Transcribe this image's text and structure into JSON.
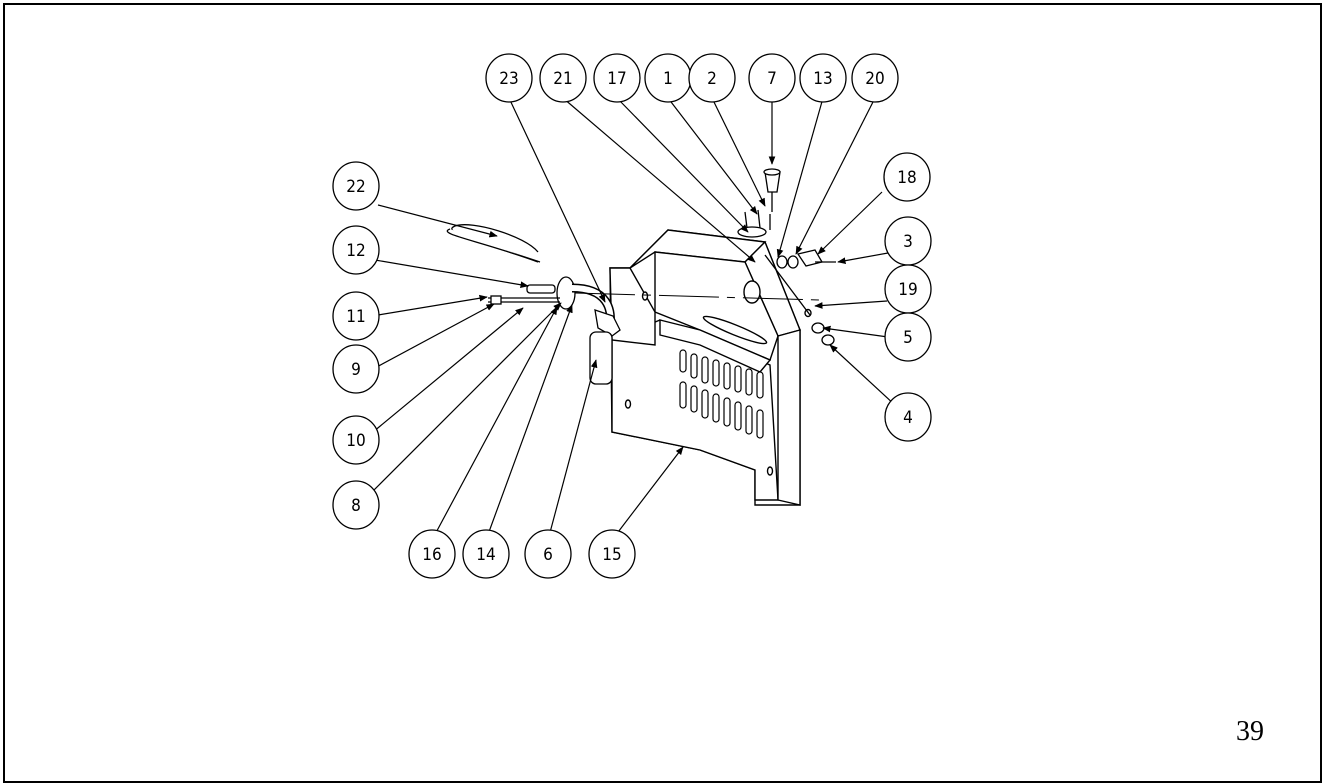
{
  "page_number": "39",
  "balloons": [
    {
      "label": "23"
    },
    {
      "label": "21"
    },
    {
      "label": "17"
    },
    {
      "label": "1"
    },
    {
      "label": "2"
    },
    {
      "label": "7"
    },
    {
      "label": "13"
    },
    {
      "label": "20"
    },
    {
      "label": "22"
    },
    {
      "label": "18"
    },
    {
      "label": "12"
    },
    {
      "label": "3"
    },
    {
      "label": "11"
    },
    {
      "label": "19"
    },
    {
      "label": "5"
    },
    {
      "label": "9"
    },
    {
      "label": "4"
    },
    {
      "label": "10"
    },
    {
      "label": "8"
    },
    {
      "label": "16"
    },
    {
      "label": "14"
    },
    {
      "label": "6"
    },
    {
      "label": "15"
    }
  ]
}
